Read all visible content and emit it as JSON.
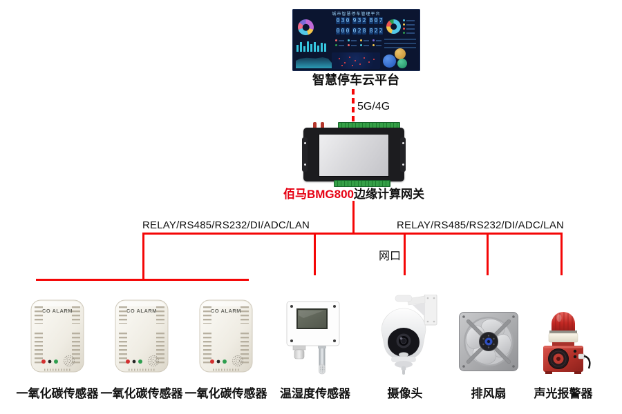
{
  "platform": {
    "label": "智慧停车云平台",
    "dashboard": {
      "title": "城市智慧停车管理平台",
      "counter_primary": "030932807",
      "counter_secondary": "000028822"
    }
  },
  "connections": {
    "wan_label": "5G/4G",
    "bus_left_label": "RELAY/RS485/RS232/DI/ADC/LAN",
    "bus_right_label": "RELAY/RS485/RS232/DI/ADC/LAN",
    "lan_port_label": "网口"
  },
  "gateway": {
    "brand": "佰马BMG800",
    "product": "边缘计算网关"
  },
  "devices": [
    {
      "id": "co-sensor-1",
      "label": "一氧化碳传感器",
      "panel_text": "CO ALARM"
    },
    {
      "id": "co-sensor-2",
      "label": "一氧化碳传感器",
      "panel_text": "CO ALARM"
    },
    {
      "id": "co-sensor-3",
      "label": "一氧化碳传感器",
      "panel_text": "CO ALARM"
    },
    {
      "id": "temp-humidity-sensor",
      "label": "温湿度传感器"
    },
    {
      "id": "camera",
      "label": "摄像头"
    },
    {
      "id": "exhaust-fan",
      "label": "排风扇"
    },
    {
      "id": "sound-light-alarm",
      "label": "声光报警器"
    }
  ],
  "colors": {
    "line": "#f40606",
    "brand_red": "#e60012",
    "dashboard_bg": "#0b1530",
    "accent_cyan": "#36c6e0"
  }
}
